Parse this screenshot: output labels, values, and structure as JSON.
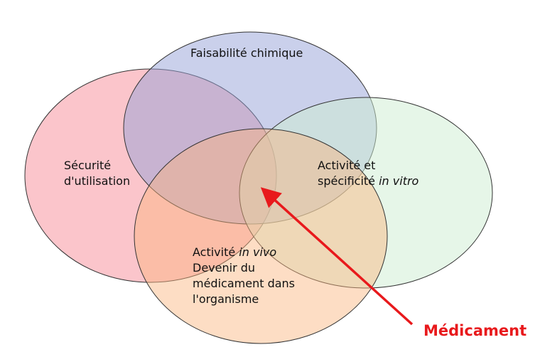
{
  "circles": [
    {
      "label": "Faisabilité chimique",
      "color": "#c8cdea"
    },
    {
      "label": "Sécurité d'utilisation",
      "line1": "Sécurité",
      "line2": "d'utilisation",
      "color": "#fbc6cb"
    },
    {
      "label": "Activité et spécificité in vitro",
      "line1": "Activité et",
      "line2a": "spécificité ",
      "line2b": "in vitro",
      "color": "#e6f5e8"
    },
    {
      "label": "Activité in vivo Devenir du médicament dans l'organisme",
      "line1a": "Activité ",
      "line1b": "in vivo",
      "line2": "Devenir du",
      "line3": "médicament dans",
      "line4": "l'organisme",
      "color": "#fde0c4"
    }
  ],
  "pointer": {
    "label": "Médicament",
    "color": "#e8191c"
  }
}
